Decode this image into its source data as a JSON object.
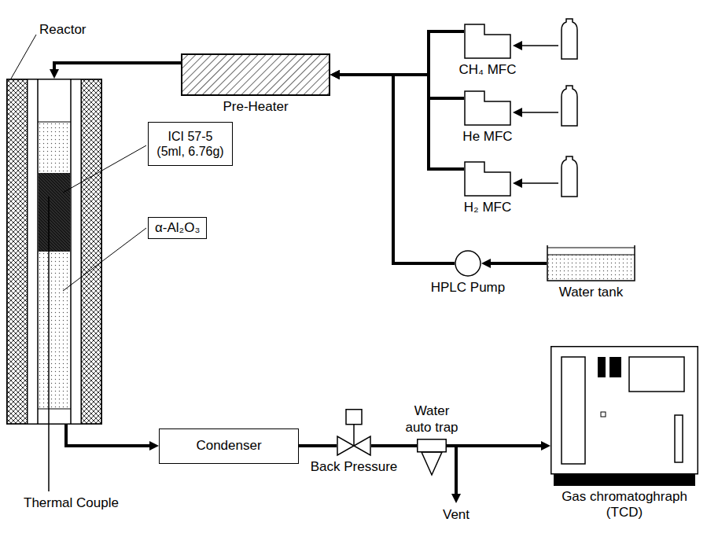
{
  "diagram": {
    "nodes": [
      {
        "text": [
          "Reactor"
        ]
      },
      {
        "text": [
          "ICI 57-5 (5ml, 6.76g)"
        ]
      },
      {
        "text": [
          "α-Al₂O₃"
        ]
      },
      {
        "text": [
          "Pre-Heater"
        ]
      },
      {
        "text": [
          "CH₄ MFC"
        ]
      },
      {
        "text": [
          "He MFC"
        ]
      },
      {
        "text": [
          "H₂ MFC"
        ]
      },
      {
        "text": [
          "HPLC Pump"
        ]
      },
      {
        "text": [
          "Water tank"
        ]
      },
      {
        "text": [
          "Condenser"
        ]
      },
      {
        "text": [
          "Back Pressure"
        ]
      },
      {
        "text": [
          "Water auto trap"
        ]
      },
      {
        "text": [
          "Gas chromatoghraph (TCD)"
        ]
      }
    ],
    "edges": [
      {
        "from": 4,
        "to": 3,
        "arrow": "to"
      },
      {
        "from": 5,
        "to": 3,
        "arrow": "to"
      },
      {
        "from": 6,
        "to": 3,
        "arrow": "to"
      },
      {
        "from": 7,
        "to": 3,
        "arrow": "to"
      },
      {
        "from": 8,
        "to": 7,
        "arrow": "to"
      },
      {
        "from": 3,
        "to": 0,
        "arrow": "to"
      },
      {
        "from": 0,
        "to": 9,
        "arrow": "to"
      },
      {
        "from": 9,
        "to": 10,
        "arrow": "none"
      },
      {
        "from": 10,
        "to": 11,
        "arrow": "none"
      },
      {
        "from": 11,
        "to": 12,
        "arrow": "to"
      }
    ],
    "labels": [
      "Thermal Couple",
      "Vent"
    ]
  }
}
